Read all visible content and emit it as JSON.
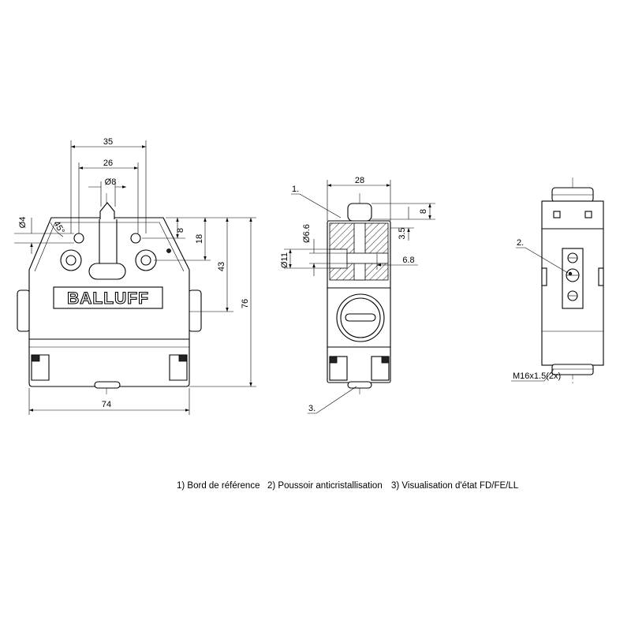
{
  "front_view": {
    "logo": "BALLUFF",
    "dims": {
      "width_35": "35",
      "width_26": "26",
      "dia_8": "Ø8",
      "dia_4": "Ø4",
      "angle_45": "45°",
      "height_8": "8",
      "height_18": "18",
      "height_43": "43",
      "height_76": "76",
      "width_74": "74"
    }
  },
  "side_view": {
    "callout_1": "1.",
    "callout_3": "3.",
    "dims": {
      "width_28": "28",
      "height_8": "8",
      "height_3_5": "3.5",
      "dia_6_6": "Ø6.6",
      "dia_11": "Ø11",
      "depth_6_8": "6.8"
    }
  },
  "end_view": {
    "callout_2": "2.",
    "thread": "M16x1.5(2x)"
  },
  "caption": {
    "item_1": "1) Bord de référence",
    "item_2": "2) Poussoir anticristallisation",
    "item_3": "3) Visualisation d'état FD/FE/LL"
  }
}
